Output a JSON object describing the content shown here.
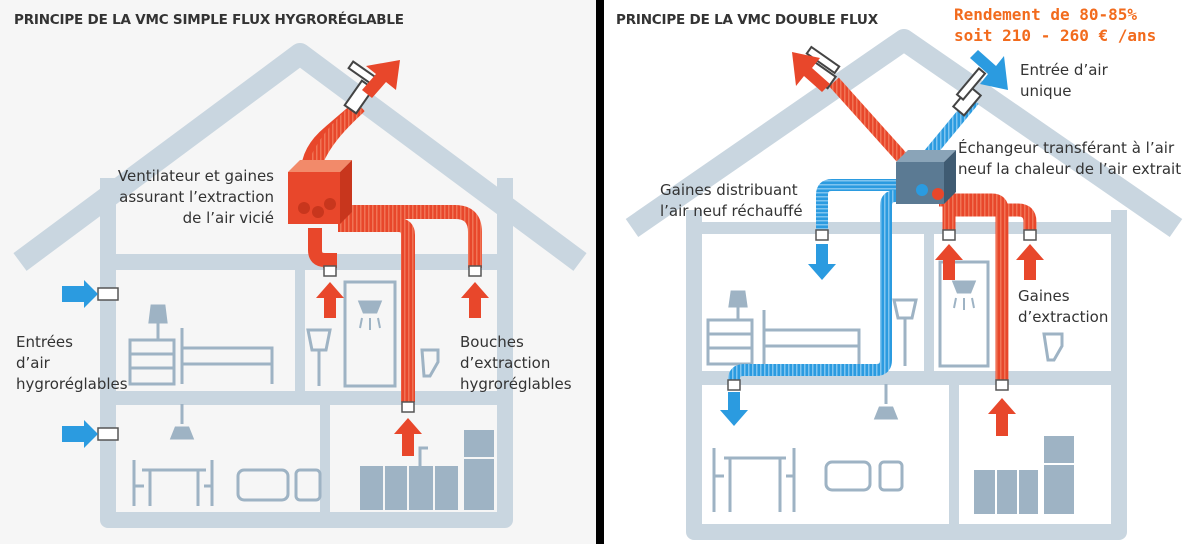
{
  "left_panel": {
    "title": "PRINCIPE DE LA VMC SIMPLE FLUX HYGRORÉGLABLE",
    "fan_label": [
      "Ventilateur et gaines",
      "assurant l’extraction",
      "de l’air vicié"
    ],
    "inlets_label": [
      "Entrées",
      "d’air",
      "hygroréglables"
    ],
    "extract_label": [
      "Bouches",
      "d’extraction",
      "hygroréglables"
    ]
  },
  "right_panel": {
    "title": "PRINCIPE DE LA VMC DOUBLE FLUX",
    "performance": [
      "Rendement de 80-85%",
      "soit 210 - 260 € /ans"
    ],
    "single_inlet_label": [
      "Entrée d’air",
      "unique"
    ],
    "exchanger_label": [
      "Échangeur transférant à l’air",
      "neuf la chaleur de l’air extrait"
    ],
    "supply_ducts_label": [
      "Gaines distribuant",
      "l’air neuf réchauffé"
    ],
    "extraction_ducts_label": [
      "Gaines",
      "d’extraction"
    ]
  },
  "colors": {
    "house_outline": "#c9d6e0",
    "furniture": "#9eb3c4",
    "stale_air": "#e8472b",
    "fresh_air": "#2b9be0",
    "accent_text": "#f26b1d"
  }
}
